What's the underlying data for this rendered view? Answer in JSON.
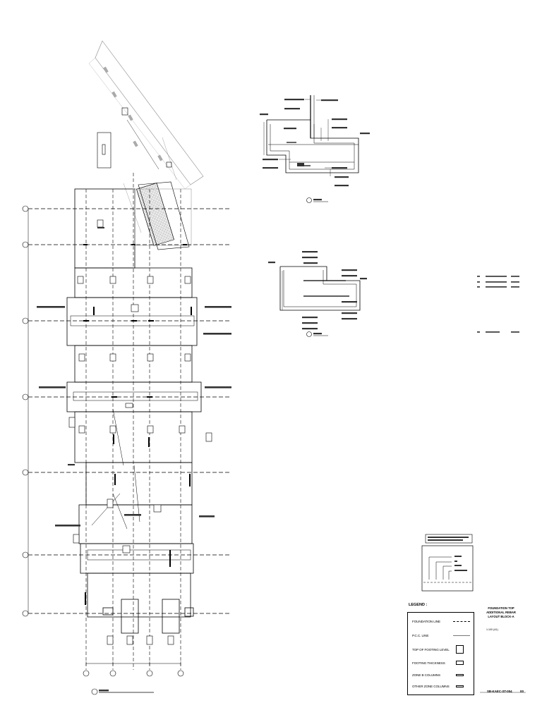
{
  "legend": {
    "title": "LEGEND :",
    "items": [
      {
        "label": "FOUNDATION LINE",
        "symbol": "dashed-line"
      },
      {
        "label": "P.C.C. LINE",
        "symbol": "thin-line"
      },
      {
        "label": "TOP OF FOOTING LEVEL",
        "symbol": "square"
      },
      {
        "label": "FOOTING THICKNESS",
        "symbol": "small-rect"
      },
      {
        "label": "ZONE B COLUMNS",
        "symbol": "thin-bar"
      },
      {
        "label": "OTHER ZONE COLUMNS",
        "symbol": "thin-bar"
      }
    ]
  },
  "title_block": {
    "title_line1": "FOUNDATION TOP ADDITIONAL REBAR",
    "title_line2": "LAYOUT BLOCK-A",
    "scale": "1:100 (A1)",
    "drawing_number": "SB-KAEC-ST-004",
    "revision": "00"
  },
  "colors": {
    "ink": "#000000",
    "paper": "#ffffff",
    "hatch": "#555555"
  }
}
